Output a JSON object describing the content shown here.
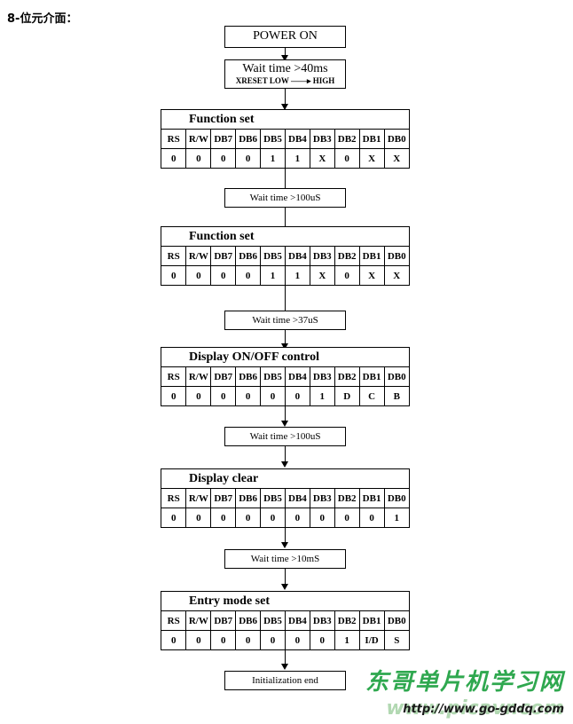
{
  "heading": "8-位元介面：",
  "power_on": "POWER ON",
  "wait_40ms": {
    "main": "Wait time >40ms",
    "sub": "XRESET   LOW ——▸ HIGH"
  },
  "wait_boxes": [
    "Wait time >100uS",
    "Wait time >37uS",
    "Wait time >100uS",
    "Wait time >10mS"
  ],
  "init_end": "Initialization end",
  "columns": [
    "RS",
    "R/W",
    "DB7",
    "DB6",
    "DB5",
    "DB4",
    "DB3",
    "DB2",
    "DB1",
    "DB0"
  ],
  "commands": [
    {
      "title": "Function set",
      "values": [
        "0",
        "0",
        "0",
        "0",
        "1",
        "1",
        "X",
        "0",
        "X",
        "X"
      ]
    },
    {
      "title": "Function set",
      "values": [
        "0",
        "0",
        "0",
        "0",
        "1",
        "1",
        "X",
        "0",
        "X",
        "X"
      ]
    },
    {
      "title": "Display ON/OFF control",
      "values": [
        "0",
        "0",
        "0",
        "0",
        "0",
        "0",
        "1",
        "D",
        "C",
        "B"
      ]
    },
    {
      "title": "Display clear",
      "values": [
        "0",
        "0",
        "0",
        "0",
        "0",
        "0",
        "0",
        "0",
        "0",
        "1"
      ]
    },
    {
      "title": "Entry mode set",
      "values": [
        "0",
        "0",
        "0",
        "0",
        "0",
        "0",
        "0",
        "1",
        "I/D",
        "S"
      ]
    }
  ],
  "watermark": {
    "chinese": "东哥单片机学习网",
    "pinyin": "www.picavr.com",
    "url": "http://www.go-gddq.com"
  }
}
